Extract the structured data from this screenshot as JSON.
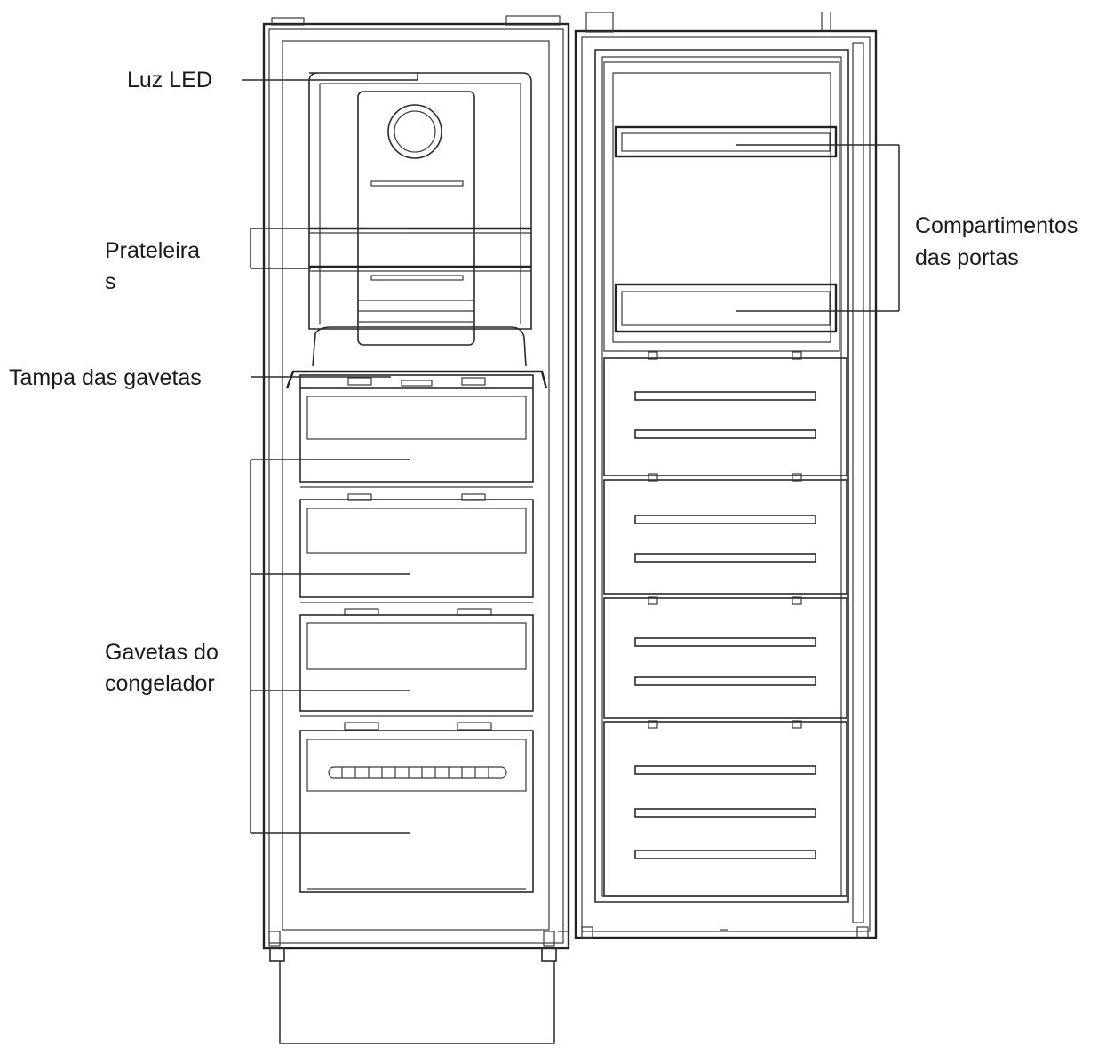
{
  "labels": {
    "led": "Luz LED",
    "shelves_line1": "Prateleira",
    "shelves_line2": "s",
    "drawer_cover": "Tampa das gavetas",
    "freezer_drawers_line1": "Gavetas do",
    "freezer_drawers_line2": "congelador",
    "door_bins_line1": "Compartimentos",
    "door_bins_line2": "das portas"
  },
  "colors": {
    "ink": "#2a2a2a",
    "background": "#ffffff"
  }
}
